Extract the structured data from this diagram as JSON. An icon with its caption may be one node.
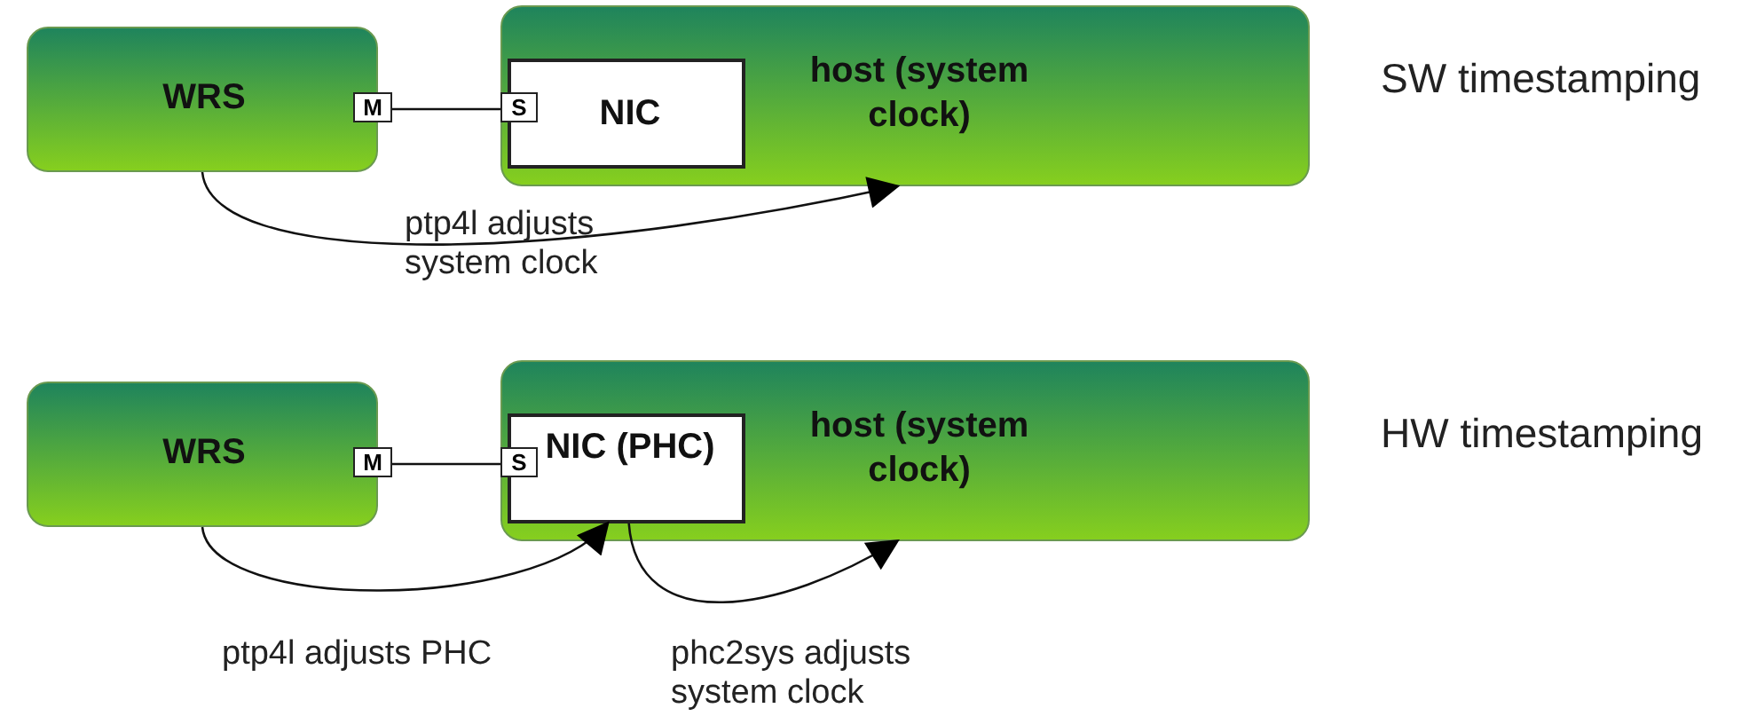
{
  "diagram": {
    "nodes": [
      {
        "text": [
          "WRS"
        ]
      },
      {
        "text": [
          "host (system clock)"
        ]
      },
      {
        "text": [
          "NIC"
        ],
        "in": 1
      },
      {
        "text": [
          "M"
        ]
      },
      {
        "text": [
          "S"
        ],
        "in": 1
      },
      {
        "text": [
          "WRS"
        ]
      },
      {
        "text": [
          "host (system clock)"
        ]
      },
      {
        "text": [
          "NIC (PHC)"
        ],
        "in": 6
      },
      {
        "text": [
          "M"
        ]
      },
      {
        "text": [
          "S"
        ],
        "in": 6
      }
    ],
    "edges": [
      {
        "from": 3,
        "to": 4,
        "arrow": "none"
      },
      {
        "from": 0,
        "to": 1,
        "arrow": "to",
        "label": "ptp4l adjusts system clock"
      },
      {
        "from": 8,
        "to": 9,
        "arrow": "none"
      },
      {
        "from": 5,
        "to": 7,
        "arrow": "to",
        "label": "ptp4l adjusts PHC"
      },
      {
        "from": 7,
        "to": 6,
        "arrow": "to",
        "label": "phc2sys adjusts system clock"
      }
    ],
    "labels": [
      "SW timestamping",
      "HW timestamping"
    ]
  }
}
